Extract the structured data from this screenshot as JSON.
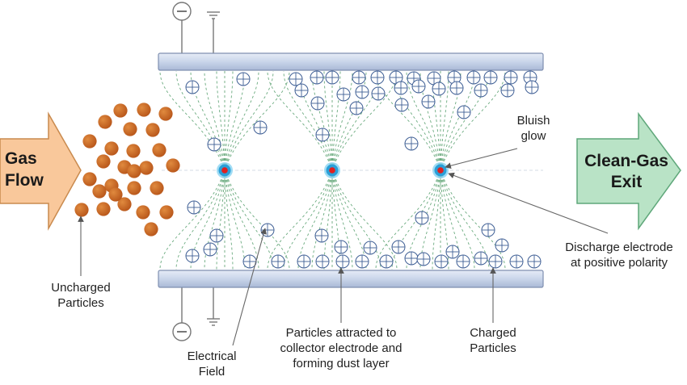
{
  "inlet_arrow": {
    "line1": "Gas",
    "line2": "Flow",
    "fill": "#f9c89b",
    "stroke": "#c98a4e"
  },
  "outlet_arrow": {
    "line1": "Clean-Gas",
    "line2": "Exit",
    "fill": "#b9e3c6",
    "stroke": "#5fa77a"
  },
  "labels": {
    "bluish_glow": [
      "Bluish",
      "glow"
    ],
    "discharge_electrode": [
      "Discharge electrode",
      "at positive polarity"
    ],
    "uncharged_particles": [
      "Uncharged",
      "Particles"
    ],
    "electrical_field": [
      "Electrical",
      "Field"
    ],
    "dust_layer": [
      "Particles attracted to",
      "collector electrode and",
      "forming dust layer"
    ],
    "charged_particles": [
      "Charged",
      "Particles"
    ]
  },
  "colors": {
    "collector_plate": "#c9d5ea",
    "plate_edge": "#7f8fb0",
    "field_line": "#6aaa7e",
    "charged_particle": "#3f5f95",
    "uncharged_particle": "#c8621c",
    "electrode_core": "#e02020",
    "electrode_glow": "#2aa0d8"
  },
  "icons": [
    "ac-source-icon",
    "ground-icon",
    "discharge-electrode-icon",
    "charged-particle-icon",
    "uncharged-particle-icon"
  ]
}
